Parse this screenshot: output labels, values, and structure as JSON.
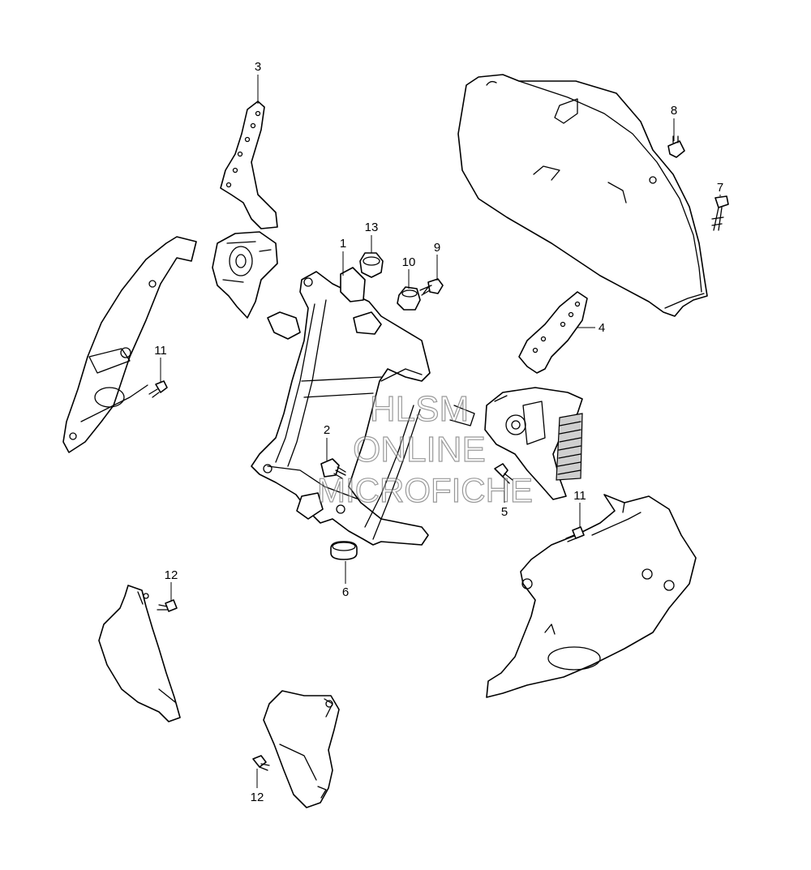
{
  "diagram": {
    "callouts": [
      "1",
      "2",
      "3",
      "4",
      "5",
      "6",
      "7",
      "8",
      "9",
      "10",
      "11",
      "11",
      "12",
      "12",
      "13"
    ]
  },
  "watermark": {
    "line1": "HLSM",
    "line2": "ONLINE",
    "line3": "MICROFICHE"
  }
}
